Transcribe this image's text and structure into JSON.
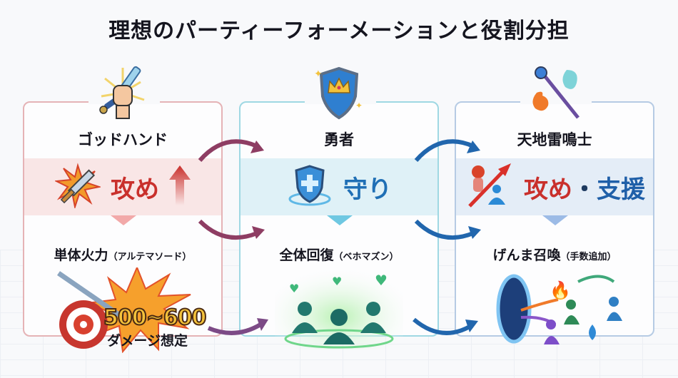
{
  "title": "理想のパーティーフォーメーションと役割分担",
  "colors": {
    "attack_red": "#c9302c",
    "defense_blue": "#1f6fb5",
    "red_border": "#e5b3b6",
    "cyan_border": "#9fd8e3",
    "blue_border": "#b6cbe4",
    "arrow_purple": "#8e3d63",
    "arrow_blue": "#2166ad"
  },
  "columns": [
    {
      "name": "ゴッドハンド",
      "icon": "fist-sword-icon",
      "role_icon": "sword-burst-icon",
      "role": "攻め",
      "role_arrow": "up-arrow-icon",
      "ability": "単体火力",
      "ability_note": "（アルテマソード）",
      "illustration": "sword-target-explosion",
      "damage_value": "500~600",
      "damage_label": "ダメージ想定"
    },
    {
      "name": "勇者",
      "icon": "crown-shield-icon",
      "role_icon": "cross-shield-icon",
      "role": "守り",
      "ability": "全体回復",
      "ability_note": "（ベホマズン）",
      "illustration": "party-healing-hearts"
    },
    {
      "name": "天地雷鳴士",
      "icon": "staff-spirits-icon",
      "role_icon": "buff-arrow-icon",
      "role_attack": "攻め",
      "role_separator": "・",
      "role_support": "支援",
      "ability": "げんま召喚",
      "ability_note": "（手数追加）",
      "illustration": "portal-summons"
    }
  ]
}
